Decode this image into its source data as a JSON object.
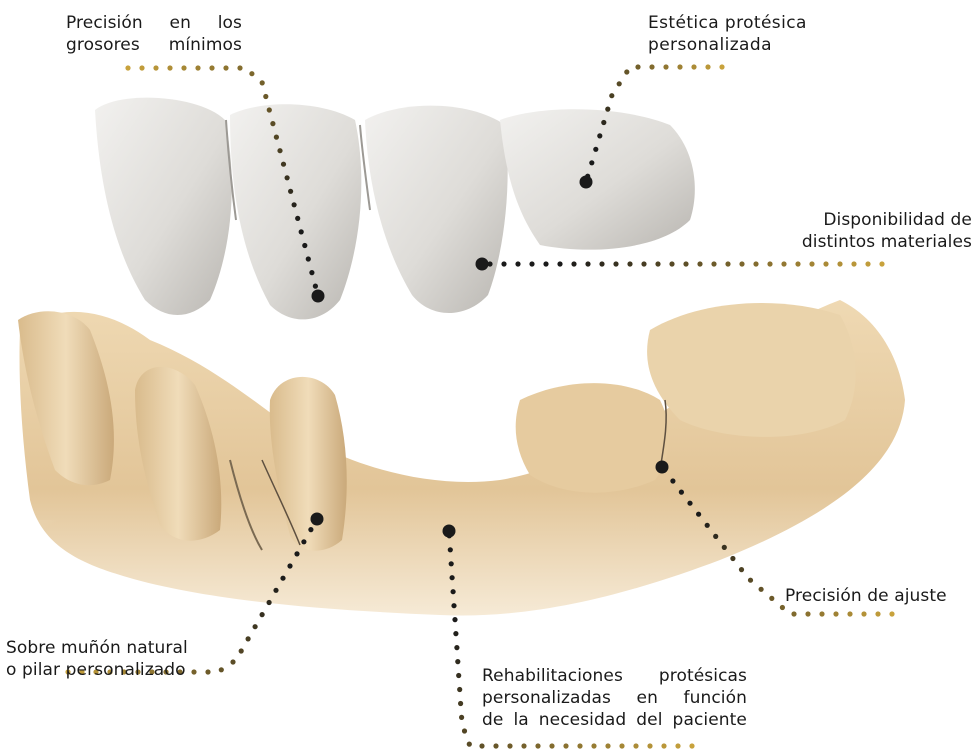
{
  "colors": {
    "background": "#ffffff",
    "gum": "#e8cfa6",
    "tooth": "#dcdad6",
    "dot_gold": "#c8a23c",
    "dot_dark": "#1a1a1a",
    "text": "#1a1a1a"
  },
  "labels": {
    "precision_grosores": "Precisión en los\ngrosores mínimos",
    "estetica": "Estética protésica\npersonalizada",
    "disponibilidad": "Disponibilidad de\ndistintos materiales",
    "precision_ajuste": "Precisión de ajuste",
    "sobre_munon": "Sobre muñón natural\no pilar personalizado",
    "rehabilitaciones": "Rehabilitaciones protésicas\npersonalizadas en función\nde la necesidad del paciente"
  }
}
